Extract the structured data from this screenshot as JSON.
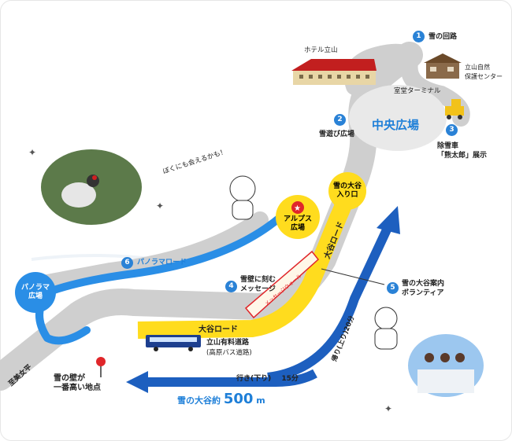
{
  "colors": {
    "road_gray": "#cfcfcf",
    "road_blue": "#2a8ee6",
    "road_yellow": "#ffdc1e",
    "arrow_dark_blue": "#1d5fbf",
    "accent_blue": "#1e7fd8",
    "badge_blue": "#2a82d6",
    "star_red": "#e0262a"
  },
  "landmarks": {
    "hotel": "ホテル立山",
    "nature_center": "立山自然\n保護センター",
    "terminal": "室堂ターミナル",
    "central_plaza": "中央広場",
    "alps_plaza": "アルプス\n広場",
    "panorama_plaza": "パノラマ\n広場",
    "otani_entrance": "雪の大谷\n入り口",
    "otani_road_vertical": "大谷ロード",
    "otani_road": "大谷ロード",
    "toll_road": "立山有料道路",
    "toll_road_sub": "(高原バス道路)",
    "bijodaira": "至美女平",
    "highest_point": "雪の壁が\n一番高い地点",
    "speech": "ぼくにも会えるかも！",
    "message_wall_text": "メッセージウォール"
  },
  "points": [
    {
      "num": "1",
      "label": "雪の回路"
    },
    {
      "num": "2",
      "label": "雪遊び広場"
    },
    {
      "num": "3",
      "label": "除雪車\n「熊太郎」展示"
    },
    {
      "num": "4",
      "label": "雪壁に刻む\nメッセージ"
    },
    {
      "num": "5",
      "label": "雪の大谷案内\nボランティア"
    },
    {
      "num": "6",
      "label": "パノラマロード"
    }
  ],
  "routes": {
    "down_label": "行き(下り)",
    "down_time": "15分",
    "up_label": "帰り(上り)20分",
    "distance_prefix": "雪の大谷約",
    "distance_value": "500",
    "distance_unit": "m"
  }
}
